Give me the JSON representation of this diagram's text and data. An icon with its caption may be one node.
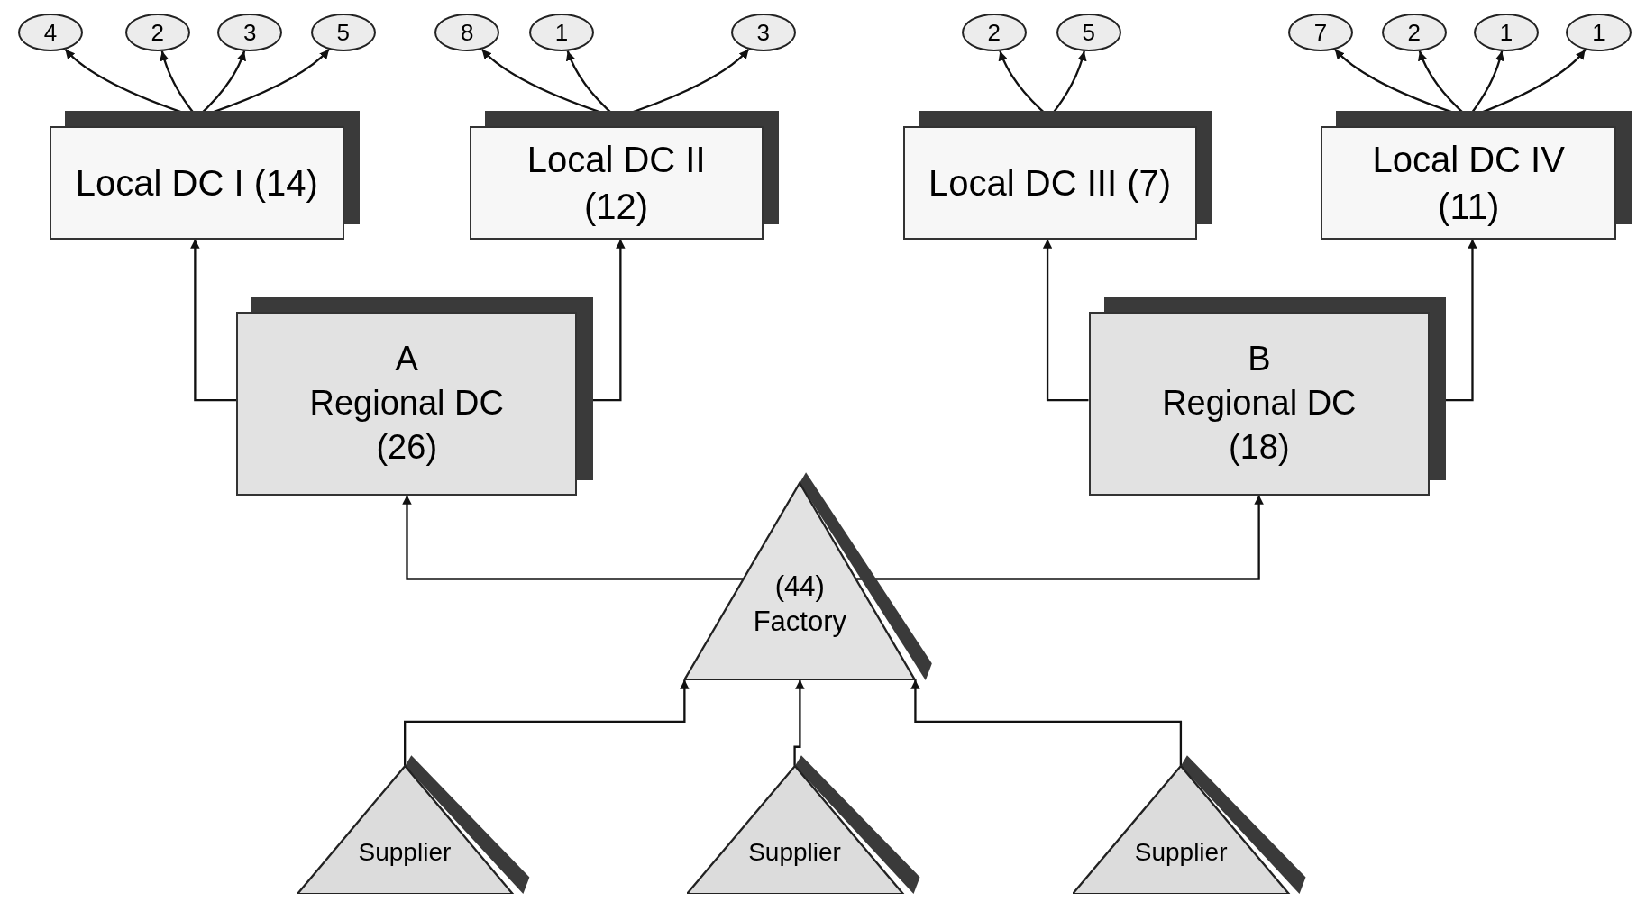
{
  "diagram": {
    "nodes": [
      {
        "text": [
          "4"
        ]
      },
      {
        "text": [
          "2"
        ]
      },
      {
        "text": [
          "3"
        ]
      },
      {
        "text": [
          "5"
        ]
      },
      {
        "text": [
          "8"
        ]
      },
      {
        "text": [
          "1"
        ]
      },
      {
        "text": [
          "3"
        ]
      },
      {
        "text": [
          "2"
        ]
      },
      {
        "text": [
          "5"
        ]
      },
      {
        "text": [
          "7"
        ]
      },
      {
        "text": [
          "2"
        ]
      },
      {
        "text": [
          "1"
        ]
      },
      {
        "text": [
          "1"
        ]
      },
      {
        "text": [
          "Local DC I (14)"
        ]
      },
      {
        "text": [
          "Local DC II (12)"
        ]
      },
      {
        "text": [
          "Local DC III (7)"
        ]
      },
      {
        "text": [
          "Local DC IV (11)"
        ]
      },
      {
        "text": [
          "A",
          "Regional DC (26)"
        ]
      },
      {
        "text": [
          "B",
          "Regional DC (18)"
        ]
      },
      {
        "text": [
          "(44) Factory"
        ]
      },
      {
        "text": [
          "Supplier"
        ]
      },
      {
        "text": [
          "Supplier"
        ]
      },
      {
        "text": [
          "Supplier"
        ]
      }
    ],
    "edges": [
      {
        "from": 13,
        "to": 0,
        "arrow": "to"
      },
      {
        "from": 13,
        "to": 1,
        "arrow": "to"
      },
      {
        "from": 13,
        "to": 2,
        "arrow": "to"
      },
      {
        "from": 13,
        "to": 3,
        "arrow": "to"
      },
      {
        "from": 14,
        "to": 4,
        "arrow": "to"
      },
      {
        "from": 14,
        "to": 5,
        "arrow": "to"
      },
      {
        "from": 14,
        "to": 6,
        "arrow": "to"
      },
      {
        "from": 15,
        "to": 7,
        "arrow": "to"
      },
      {
        "from": 15,
        "to": 8,
        "arrow": "to"
      },
      {
        "from": 16,
        "to": 9,
        "arrow": "to"
      },
      {
        "from": 16,
        "to": 10,
        "arrow": "to"
      },
      {
        "from": 16,
        "to": 11,
        "arrow": "to"
      },
      {
        "from": 16,
        "to": 12,
        "arrow": "to"
      },
      {
        "from": 17,
        "to": 13,
        "arrow": "to"
      },
      {
        "from": 17,
        "to": 14,
        "arrow": "to"
      },
      {
        "from": 18,
        "to": 15,
        "arrow": "to"
      },
      {
        "from": 18,
        "to": 16,
        "arrow": "to"
      },
      {
        "from": 19,
        "to": 17,
        "arrow": "to"
      },
      {
        "from": 19,
        "to": 18,
        "arrow": "to"
      },
      {
        "from": 20,
        "to": 19,
        "arrow": "to"
      },
      {
        "from": 21,
        "to": 19,
        "arrow": "to"
      },
      {
        "from": 22,
        "to": 19,
        "arrow": "to"
      }
    ]
  }
}
